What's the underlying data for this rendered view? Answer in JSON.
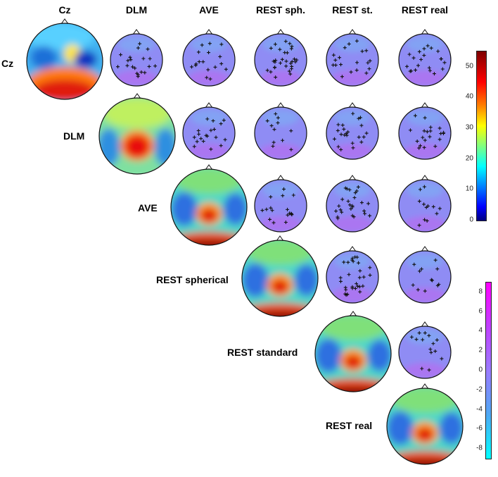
{
  "column_headers": [
    "Cz",
    "DLM",
    "AVE",
    "REST sph.",
    "REST st.",
    "REST real"
  ],
  "row_labels": [
    "Cz",
    "DLM",
    "AVE",
    "REST spherical",
    "REST standard",
    "REST real"
  ],
  "colorbar_top": {
    "ticks": [
      "50",
      "40",
      "30",
      "20",
      "10",
      "0"
    ],
    "min": 0,
    "max": 55,
    "colormap": "jet"
  },
  "colorbar_bottom": {
    "ticks": [
      "8",
      "6",
      "4",
      "2",
      "0",
      "-2",
      "-4",
      "-6",
      "-8"
    ],
    "min": -9,
    "max": 9,
    "colormap": "cyan-purple-magenta"
  },
  "colors": {
    "jet_high": "#8b0000",
    "jet_mid": "#7fff7f",
    "jet_low": "#00007f",
    "diff_high": "#ff00ff",
    "diff_mid": "#9a7bff",
    "diff_low": "#00ffff"
  }
}
